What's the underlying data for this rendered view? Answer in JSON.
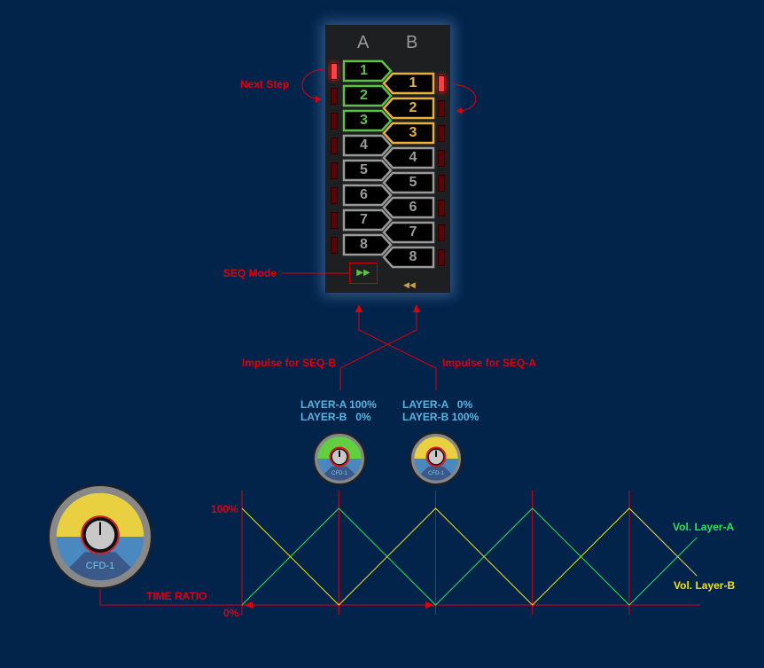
{
  "sequencer": {
    "column_a": "A",
    "column_b": "B",
    "steps_a": [
      "1",
      "2",
      "3",
      "4",
      "5",
      "6",
      "7",
      "8"
    ],
    "steps_b": [
      "1",
      "2",
      "3",
      "4",
      "5",
      "6",
      "7",
      "8"
    ],
    "active_a": 3,
    "active_b": 3,
    "current_step_a": 1,
    "current_step_b": 1,
    "mode_a_icon": "forward-icon",
    "mode_b_icon": "rewind-icon",
    "colors": {
      "a_active": "#5dc04a",
      "b_active": "#e8b040",
      "inactive": "#9a9a9a",
      "led_on": "#ff4040"
    }
  },
  "labels": {
    "next_step": "Next Step",
    "seq_mode": "SEQ Mode",
    "impulse_b": "Impulse for SEQ-B",
    "impulse_a": "Impulse for SEQ-A",
    "state1": "LAYER-A 100%\nLAYER-B   0%",
    "state2": "LAYER-A   0%\nLAYER-B 100%",
    "time_ratio": "TIME RATIO",
    "knob_label": "CFD-1"
  },
  "chart_data": {
    "type": "line",
    "x": [
      0,
      1,
      2,
      3,
      4,
      4.7
    ],
    "series": [
      {
        "name": "Vol. Layer-A",
        "color": "#2ee05a",
        "values": [
          0,
          100,
          0,
          100,
          0,
          70
        ]
      },
      {
        "name": "Vol. Layer-B",
        "color": "#f0e020",
        "values": [
          100,
          0,
          100,
          0,
          100,
          30
        ]
      }
    ],
    "yticks": [
      "0%",
      "100%"
    ],
    "ylim": [
      0,
      100
    ],
    "impulse_lines": [
      0,
      1,
      2,
      3,
      4
    ]
  }
}
